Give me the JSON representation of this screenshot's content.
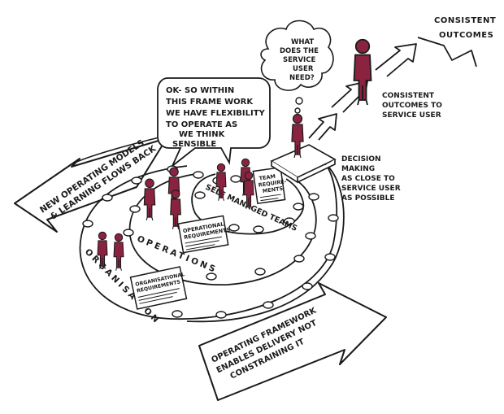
{
  "colors": {
    "figure": "#8a2340",
    "ink": "#1a1a1a",
    "paper": "#ffffff"
  },
  "title": [
    "CONSISTENT",
    "OUTCOMES"
  ],
  "speech_bubble": [
    "OK- SO WITHIN",
    "THIS FRAME WORK",
    "WE HAVE FLEXIBILITY",
    "TO OPERATE AS",
    "WE THINK",
    "SENSIBLE"
  ],
  "thought_bubble": [
    "WHAT",
    "DOES THE",
    "SERVICE",
    "USER",
    "NEED?"
  ],
  "consistent_outcomes_note": [
    "CONSISTENT",
    "OUTCOMES TO",
    "SERVICE USER"
  ],
  "decision_note": [
    "DECISION",
    "MAKING",
    "AS CLOSE TO",
    "SERVICE USER",
    "AS POSSIBLE"
  ],
  "left_arrow": [
    "NEW OPERATING MODELS",
    "& LEARNING FLOWS BACK"
  ],
  "bottom_arrow": [
    "OPERATING FRAMEWORK",
    "ENABLES DELIVERY NOT",
    "CONSTRAINING IT"
  ],
  "ring_labels": {
    "inner": "SELF MANAGED TEAMS",
    "middle": "OPERATIONS",
    "outer": "ORGANISATION"
  },
  "documents": {
    "team": [
      "TEAM",
      "REQUIRE-",
      "MENTS"
    ],
    "operational": [
      "OPERATIONAL",
      "REQUIREMENTS"
    ],
    "organisational": [
      "ORGANISATIONAL",
      "REQUIREMENTS"
    ]
  }
}
